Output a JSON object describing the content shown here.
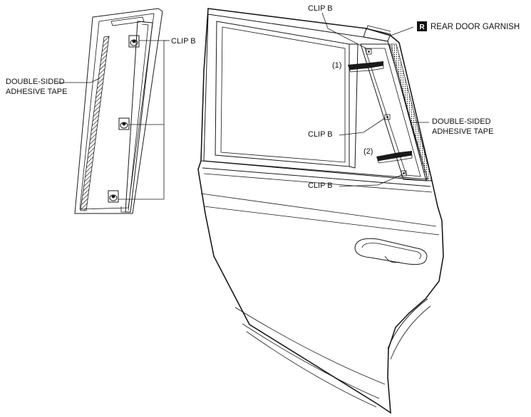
{
  "labels": {
    "rear_door_garnish": "REAR DOOR GARNISH",
    "badge_letter": "R",
    "clip_b_top": "CLIP B",
    "clip_b_left_panel": "CLIP B",
    "clip_b_middle": "CLIP B",
    "clip_b_bottom": "CLIP B",
    "tape_left_line1": "DOUBLE-SIDED",
    "tape_left_line2": "ADHESIVE TAPE",
    "tape_right_line1": "DOUBLE-SIDED",
    "tape_right_line2": "ADHESIVE TAPE",
    "step_1": "(1)",
    "step_2": "(2)"
  },
  "colors": {
    "line": "#1a1a1a",
    "badge": "#111111",
    "background": "#ffffff"
  }
}
